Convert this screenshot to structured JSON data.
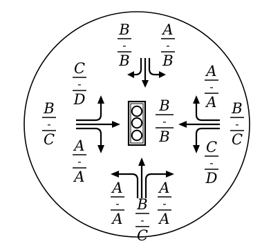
{
  "fraction_labels": [
    {
      "id": "n-left",
      "top": "B",
      "mid": "-",
      "bottom": "B"
    },
    {
      "id": "n-right",
      "top": "A",
      "mid": "-",
      "bottom": "B"
    },
    {
      "id": "w-upper",
      "top": "C",
      "mid": "-",
      "bottom": "D"
    },
    {
      "id": "w-far",
      "top": "B",
      "mid": "-",
      "bottom": "C"
    },
    {
      "id": "w-lower",
      "top": "A",
      "mid": "-",
      "bottom": "A"
    },
    {
      "id": "e-upper",
      "top": "A",
      "mid": "-",
      "bottom": "A"
    },
    {
      "id": "e-far",
      "top": "B",
      "mid": "-",
      "bottom": "C"
    },
    {
      "id": "e-lower",
      "top": "C",
      "mid": "-",
      "bottom": "D"
    },
    {
      "id": "center",
      "top": "B",
      "mid": "-",
      "bottom": "B"
    },
    {
      "id": "s-left",
      "top": "A",
      "mid": "-",
      "bottom": "A"
    },
    {
      "id": "s-mid",
      "top": "B",
      "mid": "-",
      "bottom": "C"
    },
    {
      "id": "s-right",
      "top": "A",
      "mid": "-",
      "bottom": "A"
    }
  ],
  "traffic_light": {
    "lamps": 3
  },
  "colors": {
    "ink": "#000000",
    "background": "#ffffff"
  }
}
